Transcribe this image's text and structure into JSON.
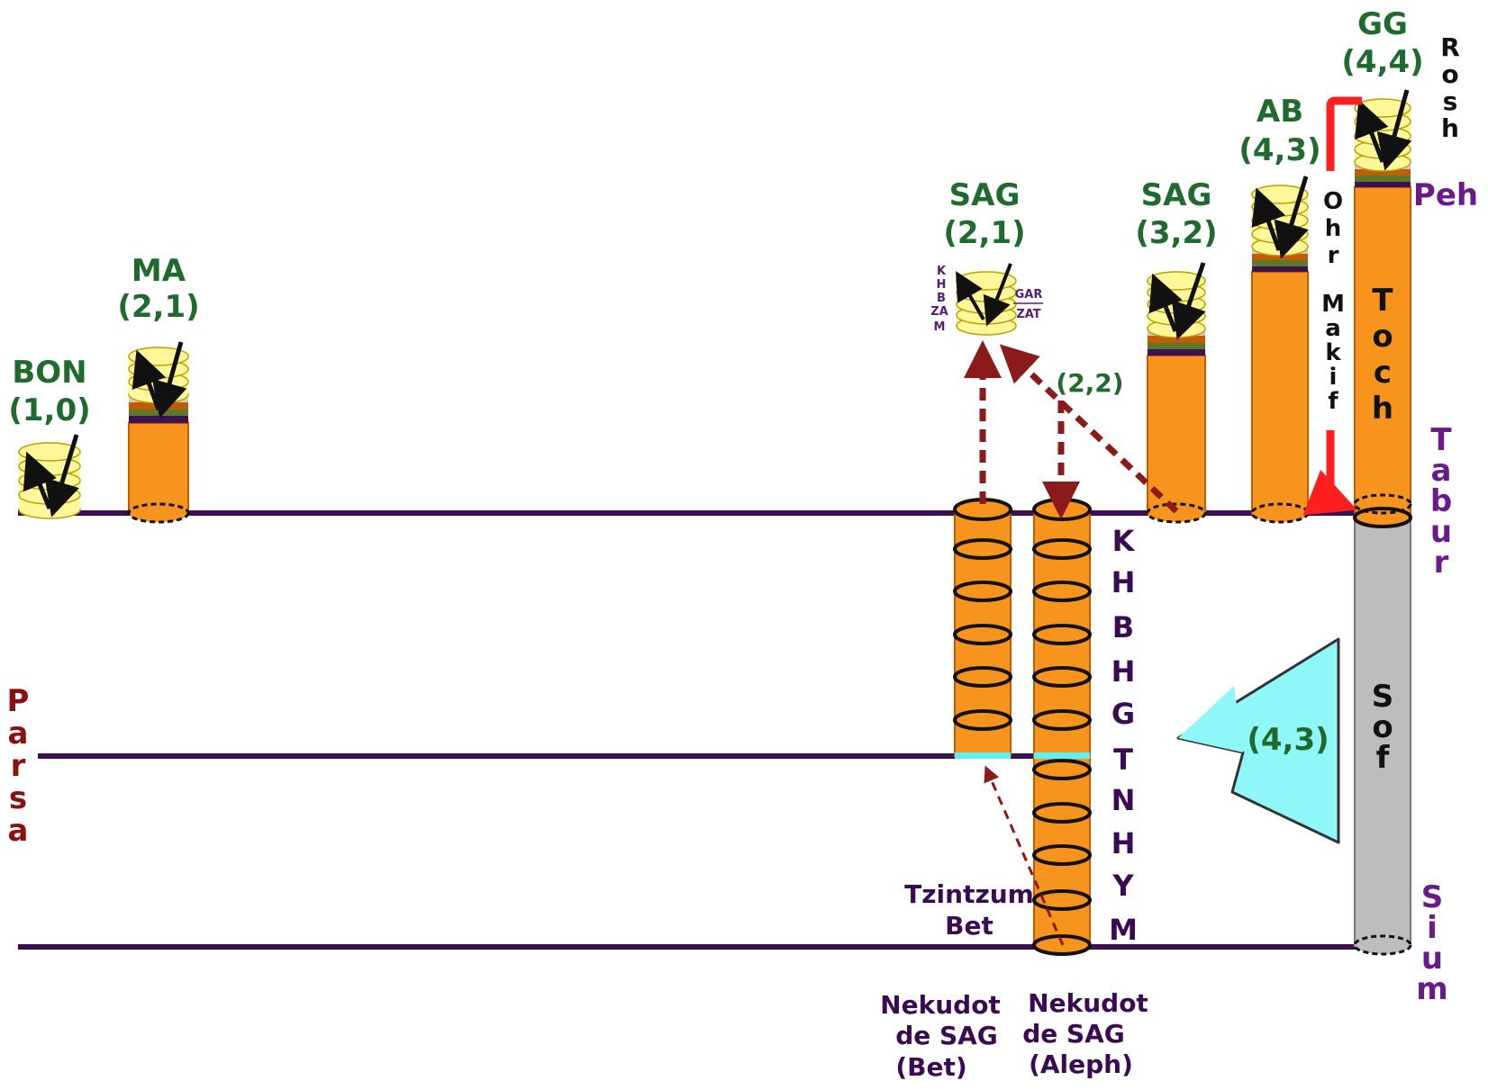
{
  "colors": {
    "line": "#3d1150",
    "orange": "#f7941d",
    "orange_dark": "#c55a00",
    "yellow": "#fff79a",
    "gray": "#bdbdbd",
    "red": "#ff1f1f",
    "dark_red": "#8b1a1a",
    "cyan": "#8ff7f7",
    "green_text": "#1f6b2d",
    "purple_text": "#6a1a8a"
  },
  "partzufim": {
    "bon": {
      "name": "BON",
      "coord": "(1,0)"
    },
    "ma": {
      "name": "MA",
      "coord": "(2,1)"
    },
    "sag21": {
      "name": "SAG",
      "coord": "(2,1)"
    },
    "sag32": {
      "name": "SAG",
      "coord": "(3,2)"
    },
    "ab": {
      "name": "AB",
      "coord": "(4,3)"
    },
    "gg": {
      "name": "GG",
      "coord": "(4,4)"
    }
  },
  "sag21_side": {
    "left": [
      "K",
      "H",
      "B",
      "ZA",
      "M"
    ],
    "right_top": "GAR",
    "right_bottom": "ZAT"
  },
  "arrow_label_22": "(2,2)",
  "triangle_label": "(4,3)",
  "ohr_makif": {
    "word1": "Ohr",
    "word2": "Makif"
  },
  "gg_body": {
    "toch": "Toch",
    "sof": "Sof"
  },
  "right_labels": {
    "rosh": "Rosh",
    "peh": "Peh",
    "tabur": "Tabur",
    "sium": "Sium"
  },
  "parsa": "Parsa",
  "sefirot": [
    "K",
    "H",
    "B",
    "H",
    "G",
    "T",
    "N",
    "H",
    "Y",
    "M"
  ],
  "tzimtzum": {
    "line1": "Tzintzum",
    "line2": "Bet"
  },
  "nekudot_bet": {
    "line1": "Nekudot",
    "line2": "de SAG",
    "line3": "(Bet)"
  },
  "nekudot_aleph": {
    "line1": "Nekudot",
    "line2": "de SAG",
    "line3": "(Aleph)"
  }
}
